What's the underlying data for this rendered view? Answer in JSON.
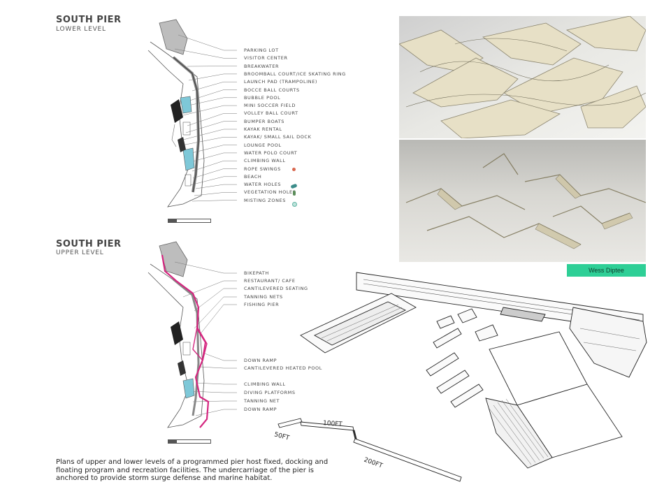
{
  "lower": {
    "title": "SOUTH PIER",
    "subtitle": "LOWER LEVEL",
    "labels": [
      "PARKING LOT",
      "VISITOR CENTER",
      "BREAKWATER",
      "BROOMBALL COURT/ICE SKATING RING",
      "LAUNCH PAD (TRAMPOLINE)",
      "BOCCE BALL COURTS",
      "BUBBLE POOL",
      "MINI SOCCER FIELD",
      "VOLLEY BALL COURT",
      "BUMPER BOATS",
      "KAYAK RENTAL",
      "KAYAK/ SMALL SAIL DOCK",
      "LOUNGE POOL",
      "WATER POLO COURT",
      "CLIMBING WALL",
      "ROPE SWINGS",
      "BEACH",
      "WATER HOLES",
      "VEGETATION HOLES",
      "MISTING ZONES"
    ]
  },
  "upper": {
    "title": "SOUTH PIER",
    "subtitle": "UPPER LEVEL",
    "labels": [
      "BIKEPATH",
      "RESTAURANT/ CAFE",
      "CANTILEVERED SEATING",
      "TANNING NETS",
      "FISHING PIER",
      "DOWN RAMP",
      "CANTILEVERED HEATED POOL",
      "CLIMBING WALL",
      "DIVING PLATFORMS",
      "TANNING NET",
      "DOWN RAMP"
    ]
  },
  "credit": "Wess Diptee",
  "scale": {
    "a": "50FT",
    "b": "100FT",
    "c": "200FT"
  },
  "caption": "Plans of upper and lower levels of a programmed pier host fixed, docking and floating program and recreation facilities. The undercarriage of the pier is anchored to provide storm surge defense and marine habitat.",
  "colors": {
    "bikepath": "#d4267f",
    "water": "#7ec8d8",
    "credit_bg": "#2ecf96",
    "rope_swing": "#d9684f",
    "water_hole": "#3c8c8a",
    "misting": "#5fb3a3"
  }
}
